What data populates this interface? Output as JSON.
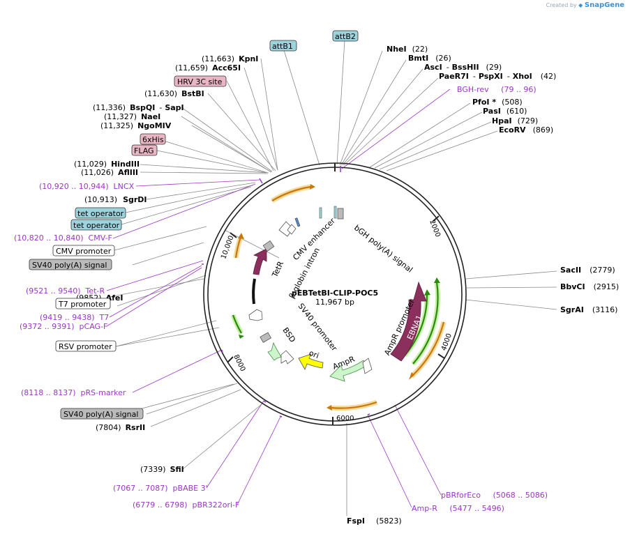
{
  "branding": {
    "created_by": "Created by",
    "product": "SnapGene"
  },
  "map": {
    "name": "pEBTetBI-CLIP-POC5",
    "size_label": "11,967 bp"
  },
  "ticks": [
    "2000",
    "4000",
    "6000",
    "8000",
    "10,000"
  ],
  "sites": {
    "nhei": {
      "name": "NheI",
      "pos": "(22)"
    },
    "bmti": {
      "name": "BmtI",
      "pos": "(26)"
    },
    "asci": {
      "name": "AscI",
      "sep": "-",
      "name2": "BssHII",
      "pos": "(29)"
    },
    "paer7i": {
      "name": "PaeR7I",
      "sep": "-",
      "name2": "PspXI",
      "sep2": "-",
      "name3": "XhoI",
      "pos": "(42)"
    },
    "pfoi": {
      "name": "PfoI *",
      "pos": "(508)"
    },
    "pasi": {
      "name": "PasI",
      "pos": "(610)"
    },
    "hpai": {
      "name": "HpaI",
      "pos": "(729)"
    },
    "ecorv": {
      "name": "EcoRV",
      "pos": "(869)"
    },
    "sacii": {
      "name": "SacII",
      "pos": "(2779)"
    },
    "bbvci": {
      "name": "BbvCI",
      "pos": "(2915)"
    },
    "sgrai": {
      "name": "SgrAI",
      "pos": "(3116)"
    },
    "fspi": {
      "name": "FspI",
      "pos": "(5823)"
    },
    "sfii": {
      "name": "SfiI",
      "pos": "(7339)"
    },
    "rsrii": {
      "name": "RsrII",
      "pos": "(7804)"
    },
    "afei": {
      "name": "AfeI",
      "pos": "(9852)"
    },
    "sgrdi": {
      "name": "SgrDI",
      "pos": "(10,913)"
    },
    "aflIII": {
      "name": "AflIII",
      "pos": "(11,026)"
    },
    "hindiii": {
      "name": "HindIII",
      "pos": "(11,029)"
    },
    "ngomiv": {
      "name": "NgoMIV",
      "pos": "(11,325)"
    },
    "naei": {
      "name": "NaeI",
      "pos": "(11,327)"
    },
    "bspqi": {
      "name": "BspQI",
      "sep": "-",
      "name2": "SapI",
      "pos": "(11,336)"
    },
    "bstbi": {
      "name": "BstBI",
      "pos": "(11,630)"
    },
    "acc65i": {
      "name": "Acc65I",
      "pos": "(11,659)"
    },
    "kpni": {
      "name": "KpnI",
      "pos": "(11,663)"
    }
  },
  "primers": {
    "bgh_rev": "BGH-rev     (79 .. 96)",
    "lncx": "(10,920 .. 10,944)  LNCX",
    "cmv_f": "(10,820 .. 10,840)  CMV-F",
    "tet_r": "(9521 .. 9540)  Tet-R",
    "t7": "(9419 .. 9438)  T7",
    "pcag_f": "(9372 .. 9391)  pCAG-F",
    "prs_marker": "(8118 .. 8137)  pRS-marker",
    "pbabe3": "(7067 .. 7087)  pBABE 3'",
    "pbr322ori_f": "(6779 .. 6798)  pBR322ori-F",
    "amp_r": "Amp-R     (5477 .. 5496)",
    "pbrforeco": "pBRforEco     (5068 .. 5086)"
  },
  "boxed": {
    "attb1": "attB1",
    "attb2": "attB2",
    "hrv3c": "HRV 3C site",
    "his6": "6xHis",
    "flag": "FLAG",
    "tetop1": "tet operator",
    "tetop2": "tet operator",
    "cmv_promoter": "CMV promoter",
    "sv40_polya_left": "SV40 poly(A) signal",
    "t7_promoter": "T7 promoter",
    "rsv_promoter": "RSV promoter",
    "sv40_polya_bottom": "SV40 poly(A) signal"
  },
  "features": {
    "cmv_enhancer": "CMV enhancer",
    "bgh_polya": "bGH poly(A) signal",
    "tetr": "TetR",
    "beta_globin": "β-globin intron",
    "ampr_promoter": "AmpR promoter",
    "ampr": "AmpR",
    "ori": "ori",
    "sv40_promoter": "SV40 promoter",
    "bsd": "BSD",
    "ebna1": "EBNA1"
  },
  "colors": {
    "primer": "#9a36c8",
    "tetr": "#8b2f5d",
    "ebna1": "#8b2f5d",
    "ampr": "#ccf5cc",
    "ori": "#ffff00",
    "orange_arrow": "#c8780a",
    "green_arrow": "#2a8a0a",
    "attb_fill": "#9cd3dd",
    "tag_fill": "#e8b6c4",
    "grey_fill": "#bbbbbb"
  }
}
